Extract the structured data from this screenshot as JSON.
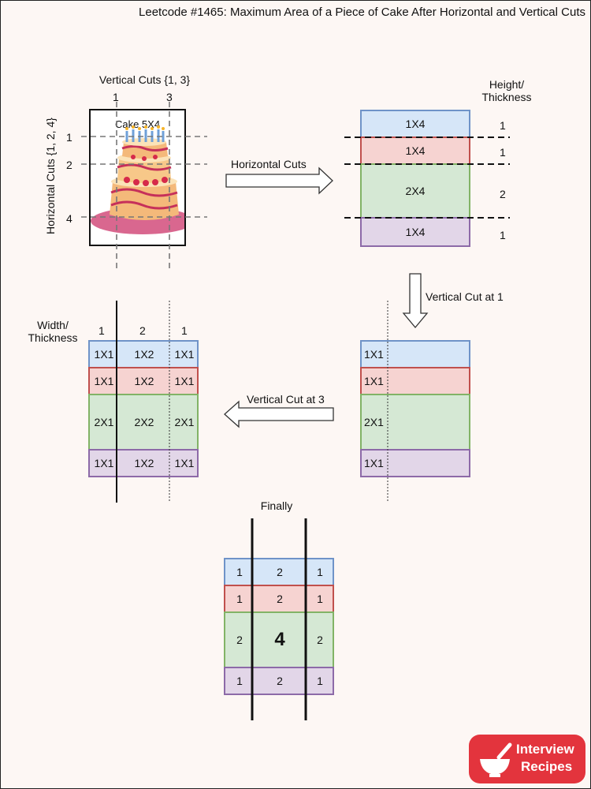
{
  "title": "Leetcode #1465: Maximum Area of a Piece of Cake After Horizontal and Vertical Cuts",
  "cake": {
    "vertical_cuts_label": "Vertical Cuts {1, 3}",
    "horizontal_cuts_label": "Horizontal Cuts {1, 2, 4}",
    "cake_label": "Cake 5X4",
    "v_ticks": [
      "1",
      "3"
    ],
    "h_ticks": [
      "1",
      "2",
      "4"
    ]
  },
  "arrows": {
    "horizontal_cuts": "Horizontal Cuts",
    "vertical_cut_1": "Vertical Cut at 1",
    "vertical_cut_3": "Vertical Cut at 3"
  },
  "step1": {
    "header": "Height/\nThickness",
    "rows": [
      "1X4",
      "1X4",
      "2X4",
      "1X4"
    ],
    "heights": [
      "1",
      "1",
      "2",
      "1"
    ]
  },
  "step2": {
    "rows": [
      "1X1",
      "1X1",
      "2X1",
      "1X1"
    ]
  },
  "step3": {
    "header": "Width/\nThickness",
    "widths": [
      "1",
      "2",
      "1"
    ],
    "rows": [
      [
        "1X1",
        "1X2",
        "1X1"
      ],
      [
        "1X1",
        "1X2",
        "1X1"
      ],
      [
        "2X1",
        "2X2",
        "2X1"
      ],
      [
        "1X1",
        "1X2",
        "1X1"
      ]
    ]
  },
  "final": {
    "label": "Finally",
    "rows": [
      [
        "1",
        "2",
        "1"
      ],
      [
        "1",
        "2",
        "1"
      ],
      [
        "2",
        "4",
        "2"
      ],
      [
        "1",
        "2",
        "1"
      ]
    ]
  },
  "logo": {
    "line1": "Interview",
    "line2": "Recipes"
  },
  "colors": {
    "blue": "#d6e6f8",
    "red": "#f6d3d1",
    "green": "#d5e8d4",
    "purple": "#e2d6e8",
    "logo": "#e3343d"
  }
}
